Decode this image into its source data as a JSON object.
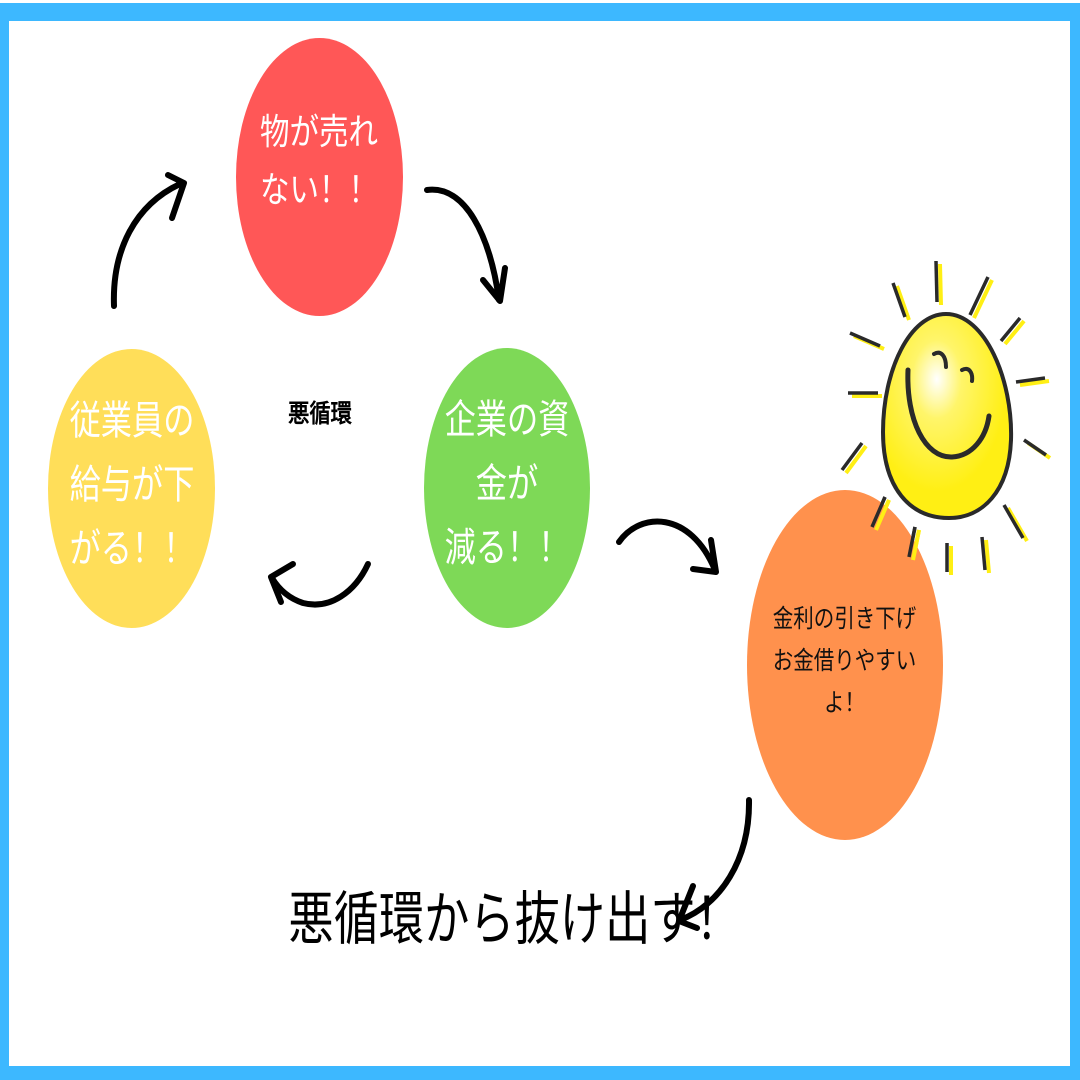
{
  "diagram": {
    "type": "cycle",
    "colors": {
      "frame": "#3DB8FF",
      "background": "#FFFFFF",
      "red": "#FF5757",
      "yellow": "#FFDE59",
      "green": "#7ED957",
      "orange": "#FF914D",
      "sun": "#FFEF14",
      "arrow": "#000000"
    },
    "center_label": "悪循環",
    "nodes": [
      {
        "id": "red",
        "lines": [
          "物が売れ",
          "ない！！"
        ]
      },
      {
        "id": "green",
        "lines": [
          "企業の資",
          "金が",
          "減る！！"
        ]
      },
      {
        "id": "yellow",
        "lines": [
          "従業員の",
          "給与が下",
          "がる！！"
        ]
      },
      {
        "id": "orange",
        "lines": [
          "金利の引き下げ",
          "お金借りやすい",
          "よ！"
        ]
      }
    ],
    "edges": [
      {
        "from": "yellow",
        "to": "red"
      },
      {
        "from": "red",
        "to": "green"
      },
      {
        "from": "green",
        "to": "yellow"
      },
      {
        "from": "green",
        "to": "orange"
      },
      {
        "from": "orange",
        "to": "conclusion"
      }
    ],
    "illustration": "smiling-sun",
    "conclusion": "悪循環から抜け出す！"
  }
}
